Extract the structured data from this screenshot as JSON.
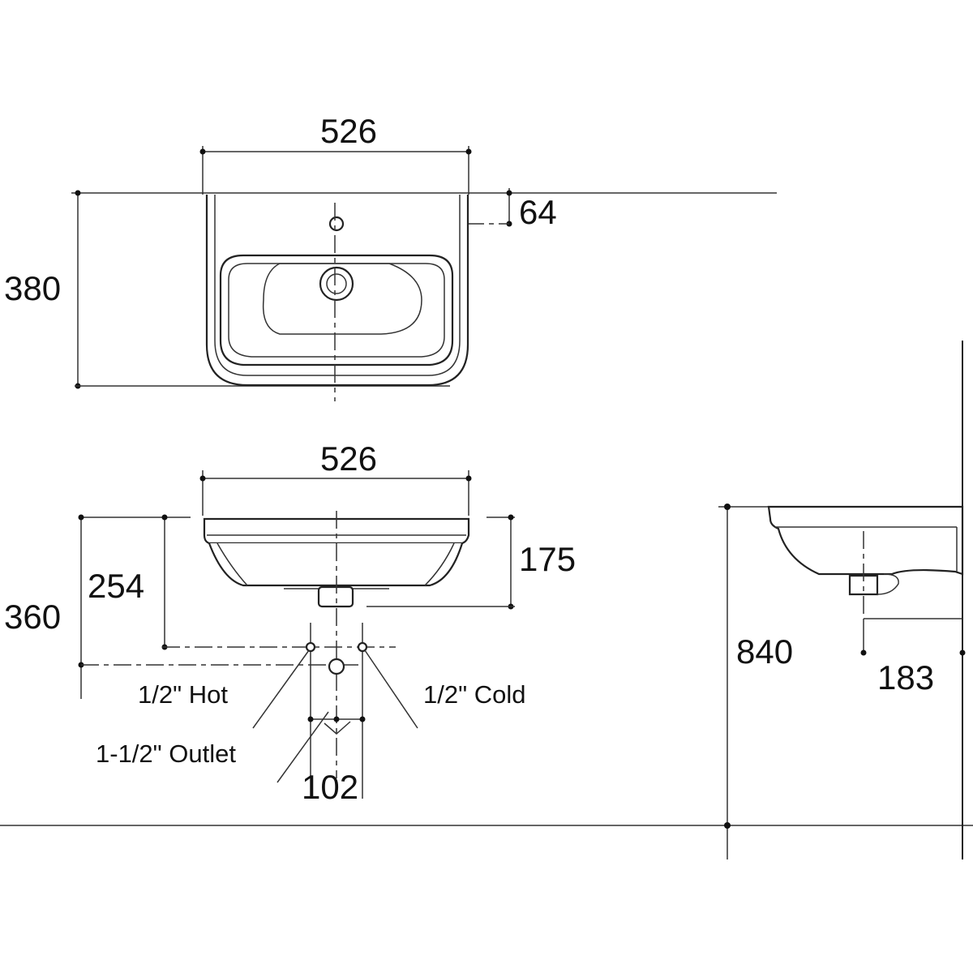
{
  "top_view": {
    "width": "526",
    "depth": "380",
    "tap_offset": "64"
  },
  "front_view": {
    "width": "526",
    "total_height": "360",
    "supply_height": "254",
    "basin_depth": "175"
  },
  "fittings": {
    "hot": "1/2\" Hot",
    "cold": "1/2\" Cold",
    "outlet": "1-1/2\" Outlet",
    "spacing": "102"
  },
  "side_view": {
    "rim_height": "840",
    "projection": "183"
  }
}
